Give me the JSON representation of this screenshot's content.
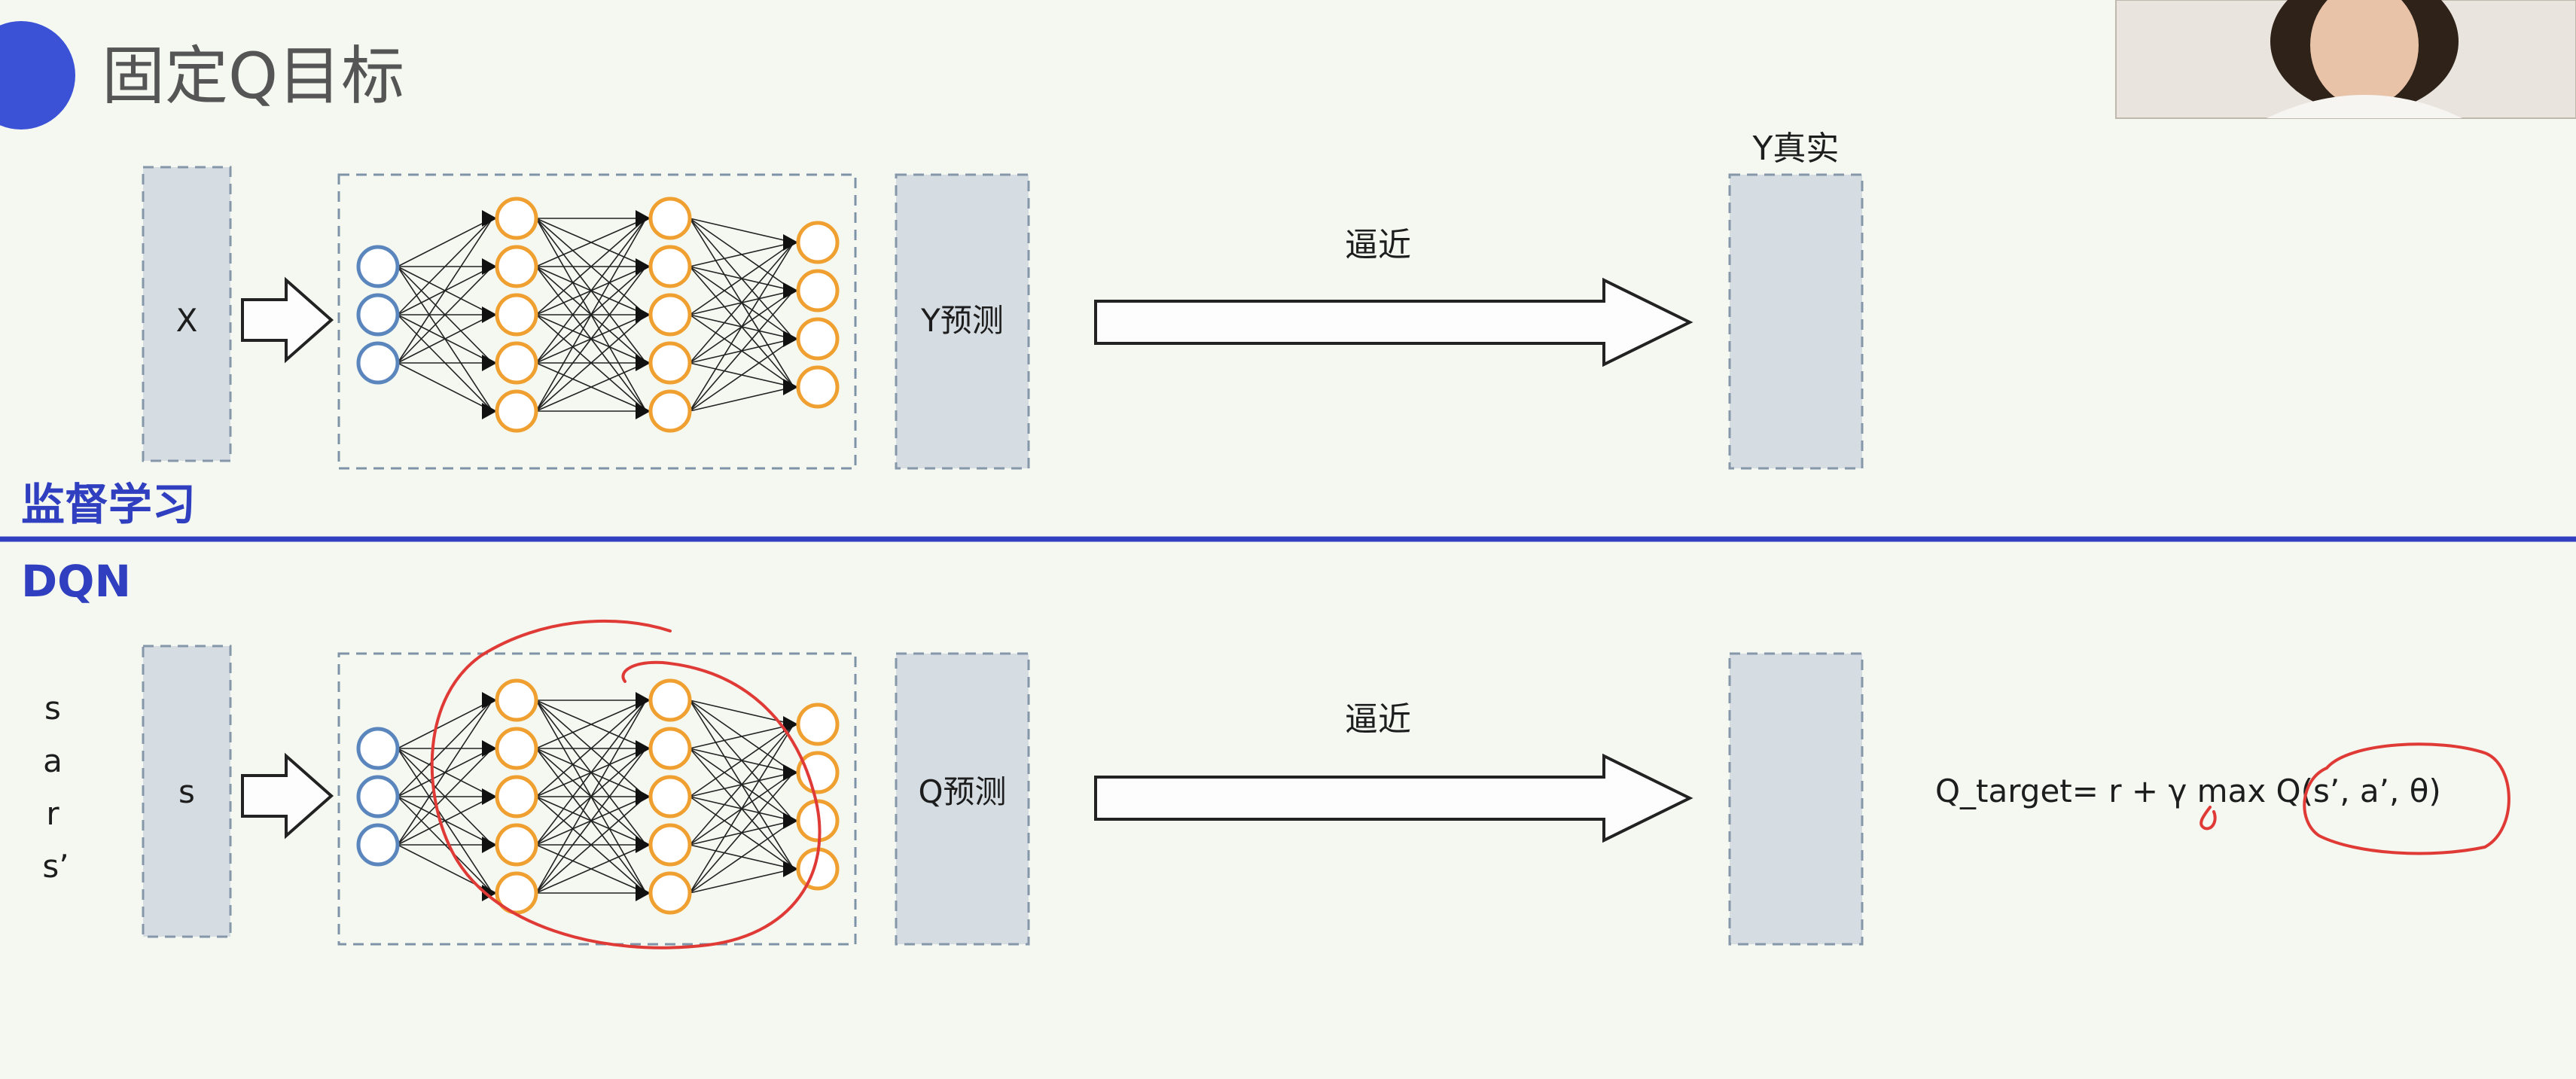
{
  "slide": {
    "title": "固定Q目标"
  },
  "supervised": {
    "section_label": "监督学习",
    "input_label": "X",
    "pred_label": "Y预测",
    "arrow_label": "逼近",
    "truth_label": "Y真实"
  },
  "dqn": {
    "section_label": "DQN",
    "input_label": "s",
    "pred_label": "Q预测",
    "arrow_label": "逼近",
    "transition": [
      "s",
      "a",
      "r",
      "s’"
    ],
    "target_formula": "Q_target=  r + γ max Q(s’, a’, θ)"
  },
  "network": {
    "layers": [
      3,
      5,
      5,
      4
    ]
  },
  "colors": {
    "accent_blue": "#2f3fc0",
    "node_orange": "#f0a030",
    "input_blue": "#5a86bd",
    "annotation_red": "#e03a36"
  },
  "webcam": {
    "icon": "presenter-webcam"
  }
}
